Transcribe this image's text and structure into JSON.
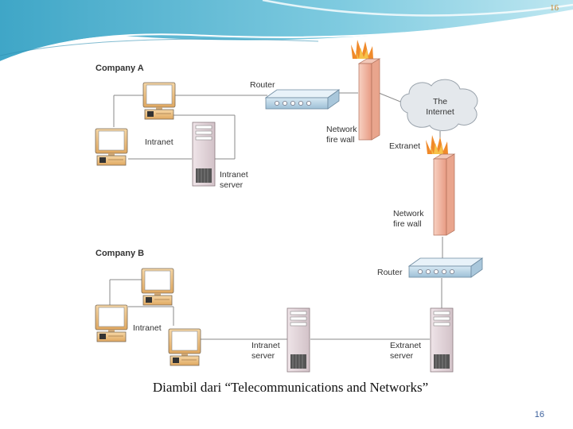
{
  "slide": {
    "page_number_top": "16",
    "page_number_bottom": "16",
    "caption": "Diambil dari “Telecommunications and Networks”"
  },
  "diagram": {
    "company_a": {
      "title": "Company A",
      "router": "Router",
      "firewall": "Network\nfire wall",
      "intranet": "Intranet",
      "intranet_server": "Intranet\nserver"
    },
    "internet": "The\nInternet",
    "extranet": "Extranet",
    "company_b": {
      "title": "Company B",
      "firewall": "Network\nfire wall",
      "router": "Router",
      "intranet": "Intranet",
      "intranet_server": "Intranet\nserver",
      "extranet_server": "Extranet\nserver"
    }
  }
}
